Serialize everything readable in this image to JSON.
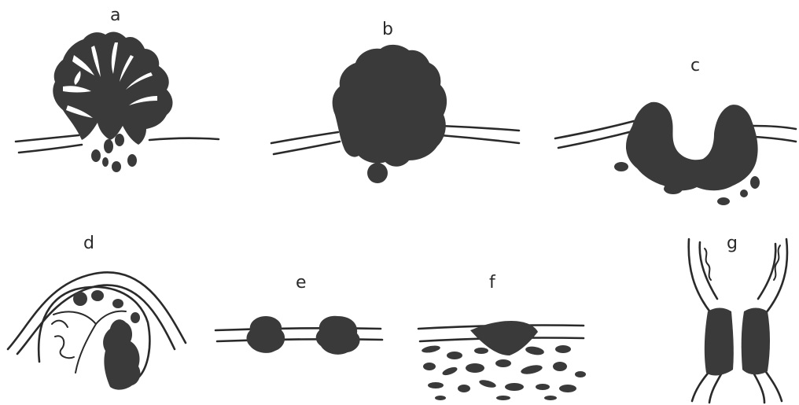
{
  "panels": [
    {
      "id": "a",
      "label": "a"
    },
    {
      "id": "b",
      "label": "b"
    },
    {
      "id": "c",
      "label": "c"
    },
    {
      "id": "d",
      "label": "d"
    },
    {
      "id": "e",
      "label": "e"
    },
    {
      "id": "f",
      "label": "f"
    },
    {
      "id": "g",
      "label": "g"
    }
  ],
  "colors": {
    "ink": "#3a3a3a",
    "background": "#ffffff"
  }
}
